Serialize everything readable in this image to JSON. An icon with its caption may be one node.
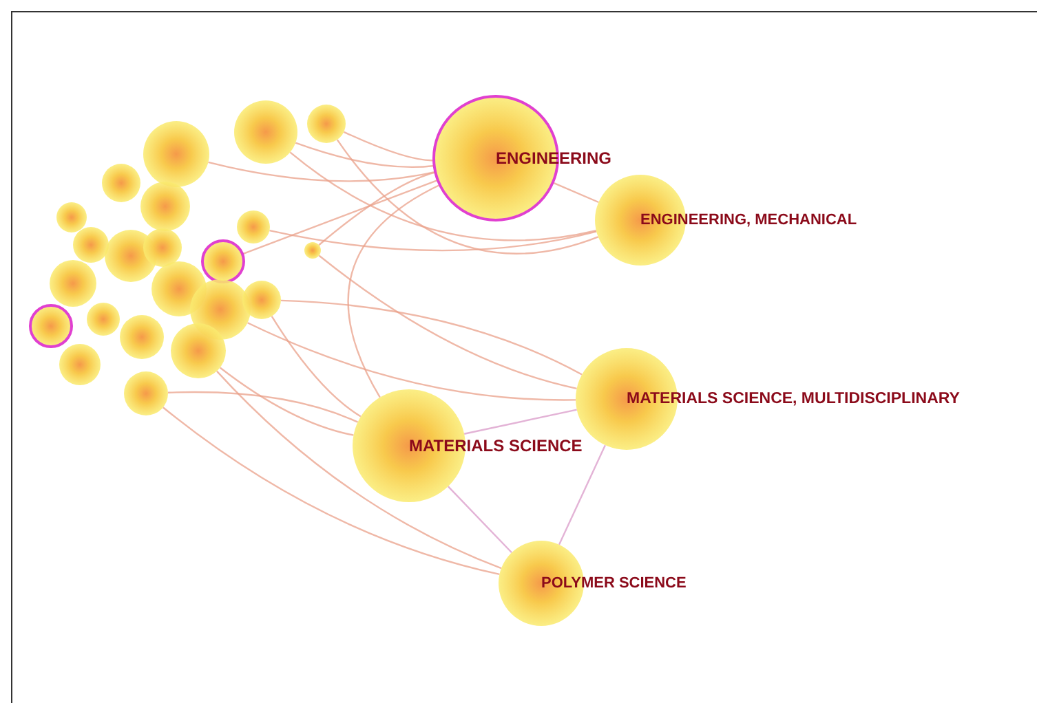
{
  "diagram": {
    "nodes": [
      {
        "text": [
          "ENGINEERING"
        ]
      },
      {
        "text": [
          "ENGINEERING, MECHANICAL"
        ]
      },
      {
        "text": [
          "MATERIALS SCIENCE, MULTIDISCIPLINARY"
        ]
      },
      {
        "text": [
          "MATERIALS SCIENCE"
        ]
      },
      {
        "text": [
          "POLYMER SCIENCE"
        ]
      },
      {
        "text": [],
        "shape": "circle"
      },
      {
        "text": [],
        "shape": "circle"
      },
      {
        "text": [],
        "shape": "circle"
      },
      {
        "text": [],
        "shape": "circle"
      },
      {
        "text": [],
        "shape": "circle"
      },
      {
        "text": [],
        "shape": "circle"
      },
      {
        "text": [],
        "shape": "circle"
      },
      {
        "text": [],
        "shape": "circle"
      },
      {
        "text": [],
        "shape": "circle"
      },
      {
        "text": [],
        "shape": "circle"
      },
      {
        "text": [],
        "shape": "circle"
      },
      {
        "text": [],
        "shape": "circle"
      },
      {
        "text": [],
        "shape": "circle"
      },
      {
        "text": [],
        "shape": "circle"
      },
      {
        "text": [],
        "shape": "circle"
      },
      {
        "text": [],
        "shape": "circle"
      },
      {
        "text": [],
        "shape": "circle"
      },
      {
        "text": [],
        "shape": "circle"
      },
      {
        "text": [],
        "shape": "circle"
      },
      {
        "text": [],
        "shape": "circle"
      },
      {
        "text": [],
        "shape": "circle"
      },
      {
        "text": [],
        "shape": "circle"
      }
    ],
    "edges": [
      {
        "from": 3,
        "to": 2,
        "arrow": "none",
        "color": "#d99ac8"
      },
      {
        "from": 3,
        "to": 4,
        "arrow": "none",
        "color": "#d99ac8"
      },
      {
        "from": 2,
        "to": 4,
        "arrow": "none",
        "color": "#d99ac8"
      },
      {
        "from": 0,
        "to": 1,
        "arrow": "none"
      },
      {
        "from": 0,
        "to": 3,
        "arrow": "none"
      },
      {
        "from": 7,
        "to": 0,
        "arrow": "none"
      },
      {
        "from": 6,
        "to": 0,
        "arrow": "none"
      },
      {
        "from": 5,
        "to": 0,
        "arrow": "none"
      },
      {
        "from": 14,
        "to": 1,
        "arrow": "none"
      },
      {
        "from": 26,
        "to": 2,
        "arrow": "none"
      },
      {
        "from": 19,
        "to": 3,
        "arrow": "none"
      },
      {
        "from": 22,
        "to": 3,
        "arrow": "none"
      },
      {
        "from": 24,
        "to": 4,
        "arrow": "none"
      },
      {
        "from": 18,
        "to": 2,
        "arrow": "none"
      },
      {
        "from": 13,
        "to": 0,
        "arrow": "none"
      },
      {
        "from": 7,
        "to": 1,
        "arrow": "none"
      },
      {
        "from": 26,
        "to": 0,
        "arrow": "none"
      },
      {
        "from": 6,
        "to": 1,
        "arrow": "none"
      },
      {
        "from": 19,
        "to": 2,
        "arrow": "none"
      },
      {
        "from": 22,
        "to": 4,
        "arrow": "none"
      },
      {
        "from": 24,
        "to": 3,
        "arrow": "none"
      }
    ]
  }
}
